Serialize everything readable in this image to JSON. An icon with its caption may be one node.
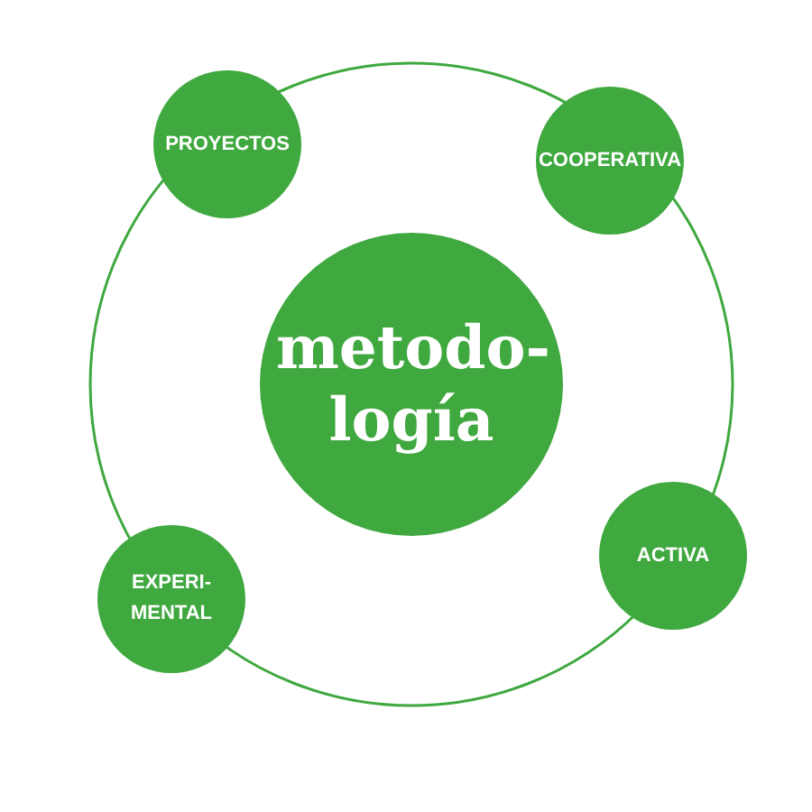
{
  "diagram": {
    "nodes": [
      {
        "text": [
          "metodo- logía"
        ]
      },
      {
        "text": [
          "PROYECTOS"
        ]
      },
      {
        "text": [
          "COOPERATIVA"
        ]
      },
      {
        "text": [
          "EXPERI- MENTAL"
        ]
      },
      {
        "text": [
          "ACTIVA"
        ]
      }
    ]
  }
}
